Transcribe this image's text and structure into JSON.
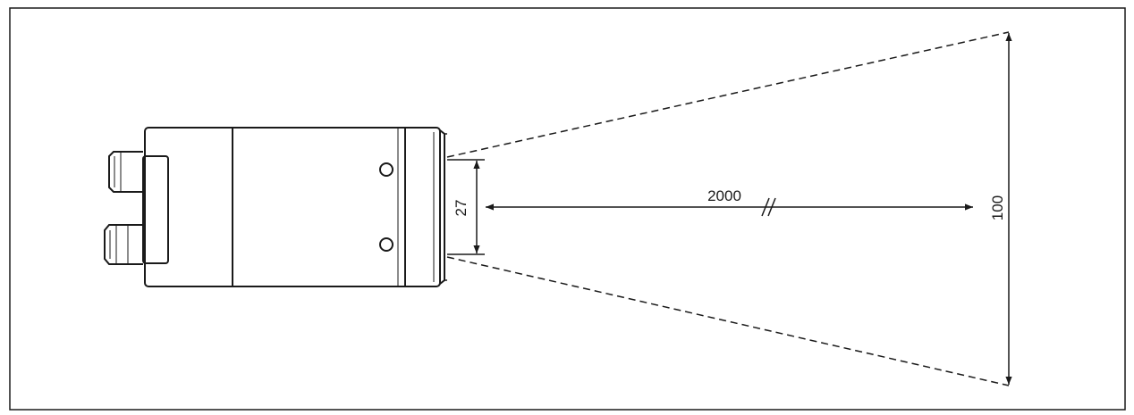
{
  "diagram": {
    "dimensions": {
      "lens_width": "27",
      "distance": "2000",
      "beam_height": "100"
    },
    "colors": {
      "line": "#1a1a1a",
      "background": "#ffffff"
    }
  }
}
